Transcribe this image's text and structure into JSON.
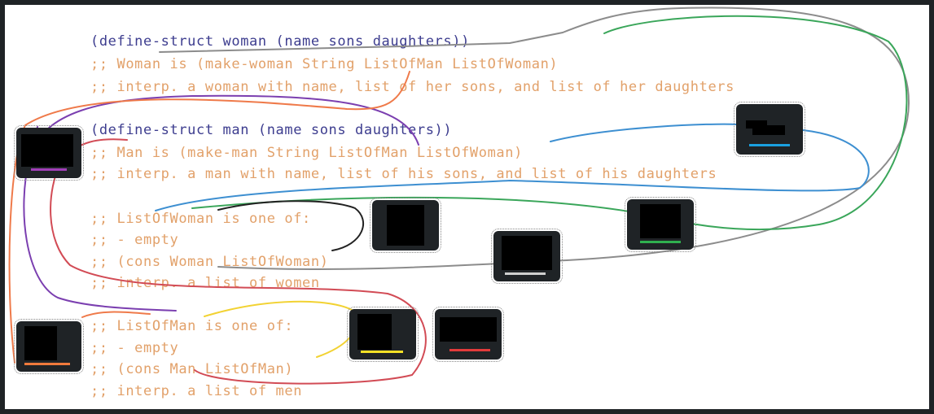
{
  "code_lines": {
    "woman_def": "(define-struct woman (name sons daughters))",
    "woman_type": ";; Woman is (make-woman String ListOfMan ListOfWoman)",
    "woman_interp": ";; interp. a woman with name, list of her sons, and list of her daughters",
    "man_def": "(define-struct man (name sons daughters))",
    "man_type": ";; Man is (make-man String ListOfMan ListOfWoman)",
    "man_interp": ";; interp. a man with name, list of his sons, and list of his daughters",
    "low_header": ";; ListOfWoman is one of:",
    "low_empty": ";; - empty",
    "low_cons": ";; (cons Woman ListOfWoman)",
    "low_interp": ";; interp. a list of women",
    "lom_header": ";; ListOfMan is one of:",
    "lom_empty": ";; - empty",
    "lom_cons": ";; (cons Man ListOfMan)",
    "lom_interp": ";; interp. a list of men"
  },
  "arrow_colors": {
    "gray": "#8c8c8c",
    "green": "#3aa65a",
    "blue": "#3d8fd1",
    "black": "#222222",
    "purple": "#7b3fb0",
    "orange": "#ef7a4a",
    "red": "#d24b55",
    "yellow": "#f2d232"
  },
  "widget_colors": {
    "purple": "#a13fb8",
    "blue": "#1aa0e0",
    "green": "#2fb04f",
    "white": "#cfcfcf",
    "orange": "#f07a3c",
    "yellow": "#f2e025",
    "red": "#e23b3b"
  }
}
